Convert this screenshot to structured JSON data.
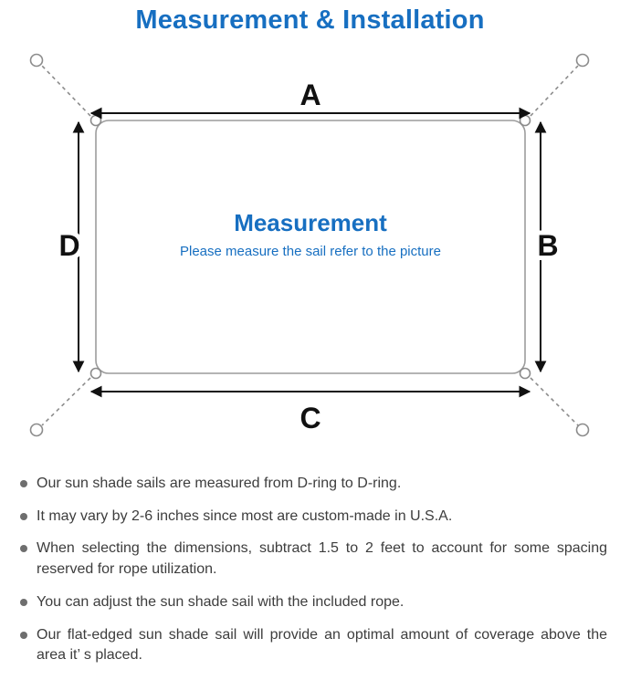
{
  "title": "Measurement & Installation",
  "diagram": {
    "labels": {
      "top": "A",
      "right": "B",
      "bottom": "C",
      "left": "D"
    },
    "center": {
      "title": "Measurement",
      "subtitle": "Please measure the sail refer to the picture"
    }
  },
  "colors": {
    "accent_blue": "#176fc1",
    "text": "#3d3d3d"
  },
  "bullets": [
    "Our sun shade sails are measured from D-ring to D-ring.",
    "It may vary by 2-6 inches since most are custom-made in U.S.A.",
    "When selecting the dimensions, subtract 1.5 to 2 feet to account for some spacing reserved for rope utilization.",
    "You can adjust the sun shade sail with the included rope.",
    "Our flat-edged sun shade sail will provide an optimal amount of coverage above the area it’ s placed."
  ]
}
